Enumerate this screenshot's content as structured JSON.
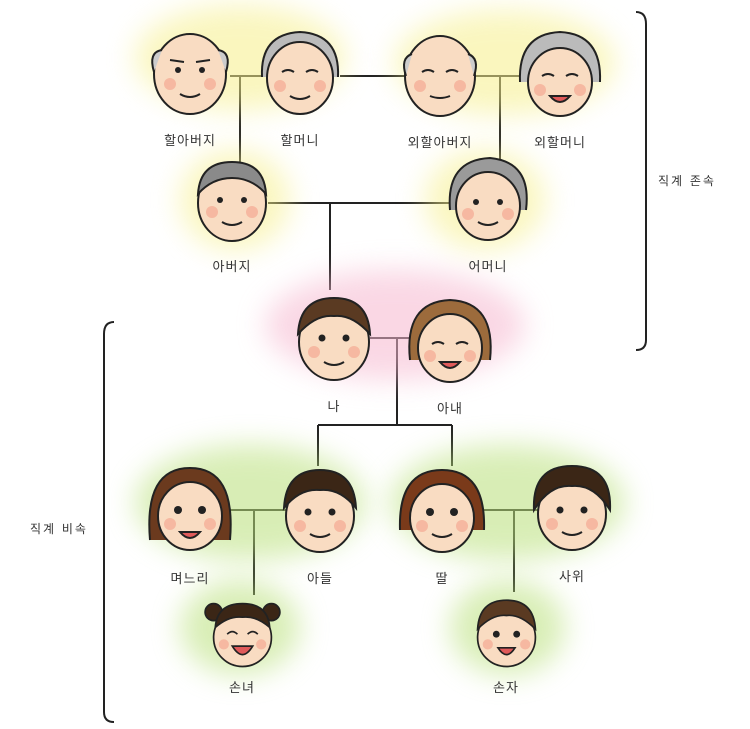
{
  "people": {
    "grandfather": "할아버지",
    "grandmother": "할머니",
    "maternal_grandfather": "외할아버지",
    "maternal_grandmother": "외할머니",
    "father": "아버지",
    "mother": "어머니",
    "me": "나",
    "wife": "아내",
    "daughter_in_law": "며느리",
    "son": "아들",
    "daughter": "딸",
    "son_in_law": "사위",
    "granddaughter": "손녀",
    "grandson": "손자"
  },
  "groups": {
    "ascendants": "직계 존속",
    "descendants": "직계 비속"
  },
  "colors": {
    "elder_glow": "#f6ef8a",
    "self_glow": "#f6b7cf",
    "descendant_glow": "#b9e07a",
    "line": "#222222",
    "skin": "#f9dcc2",
    "cheek": "#f4a08a"
  }
}
